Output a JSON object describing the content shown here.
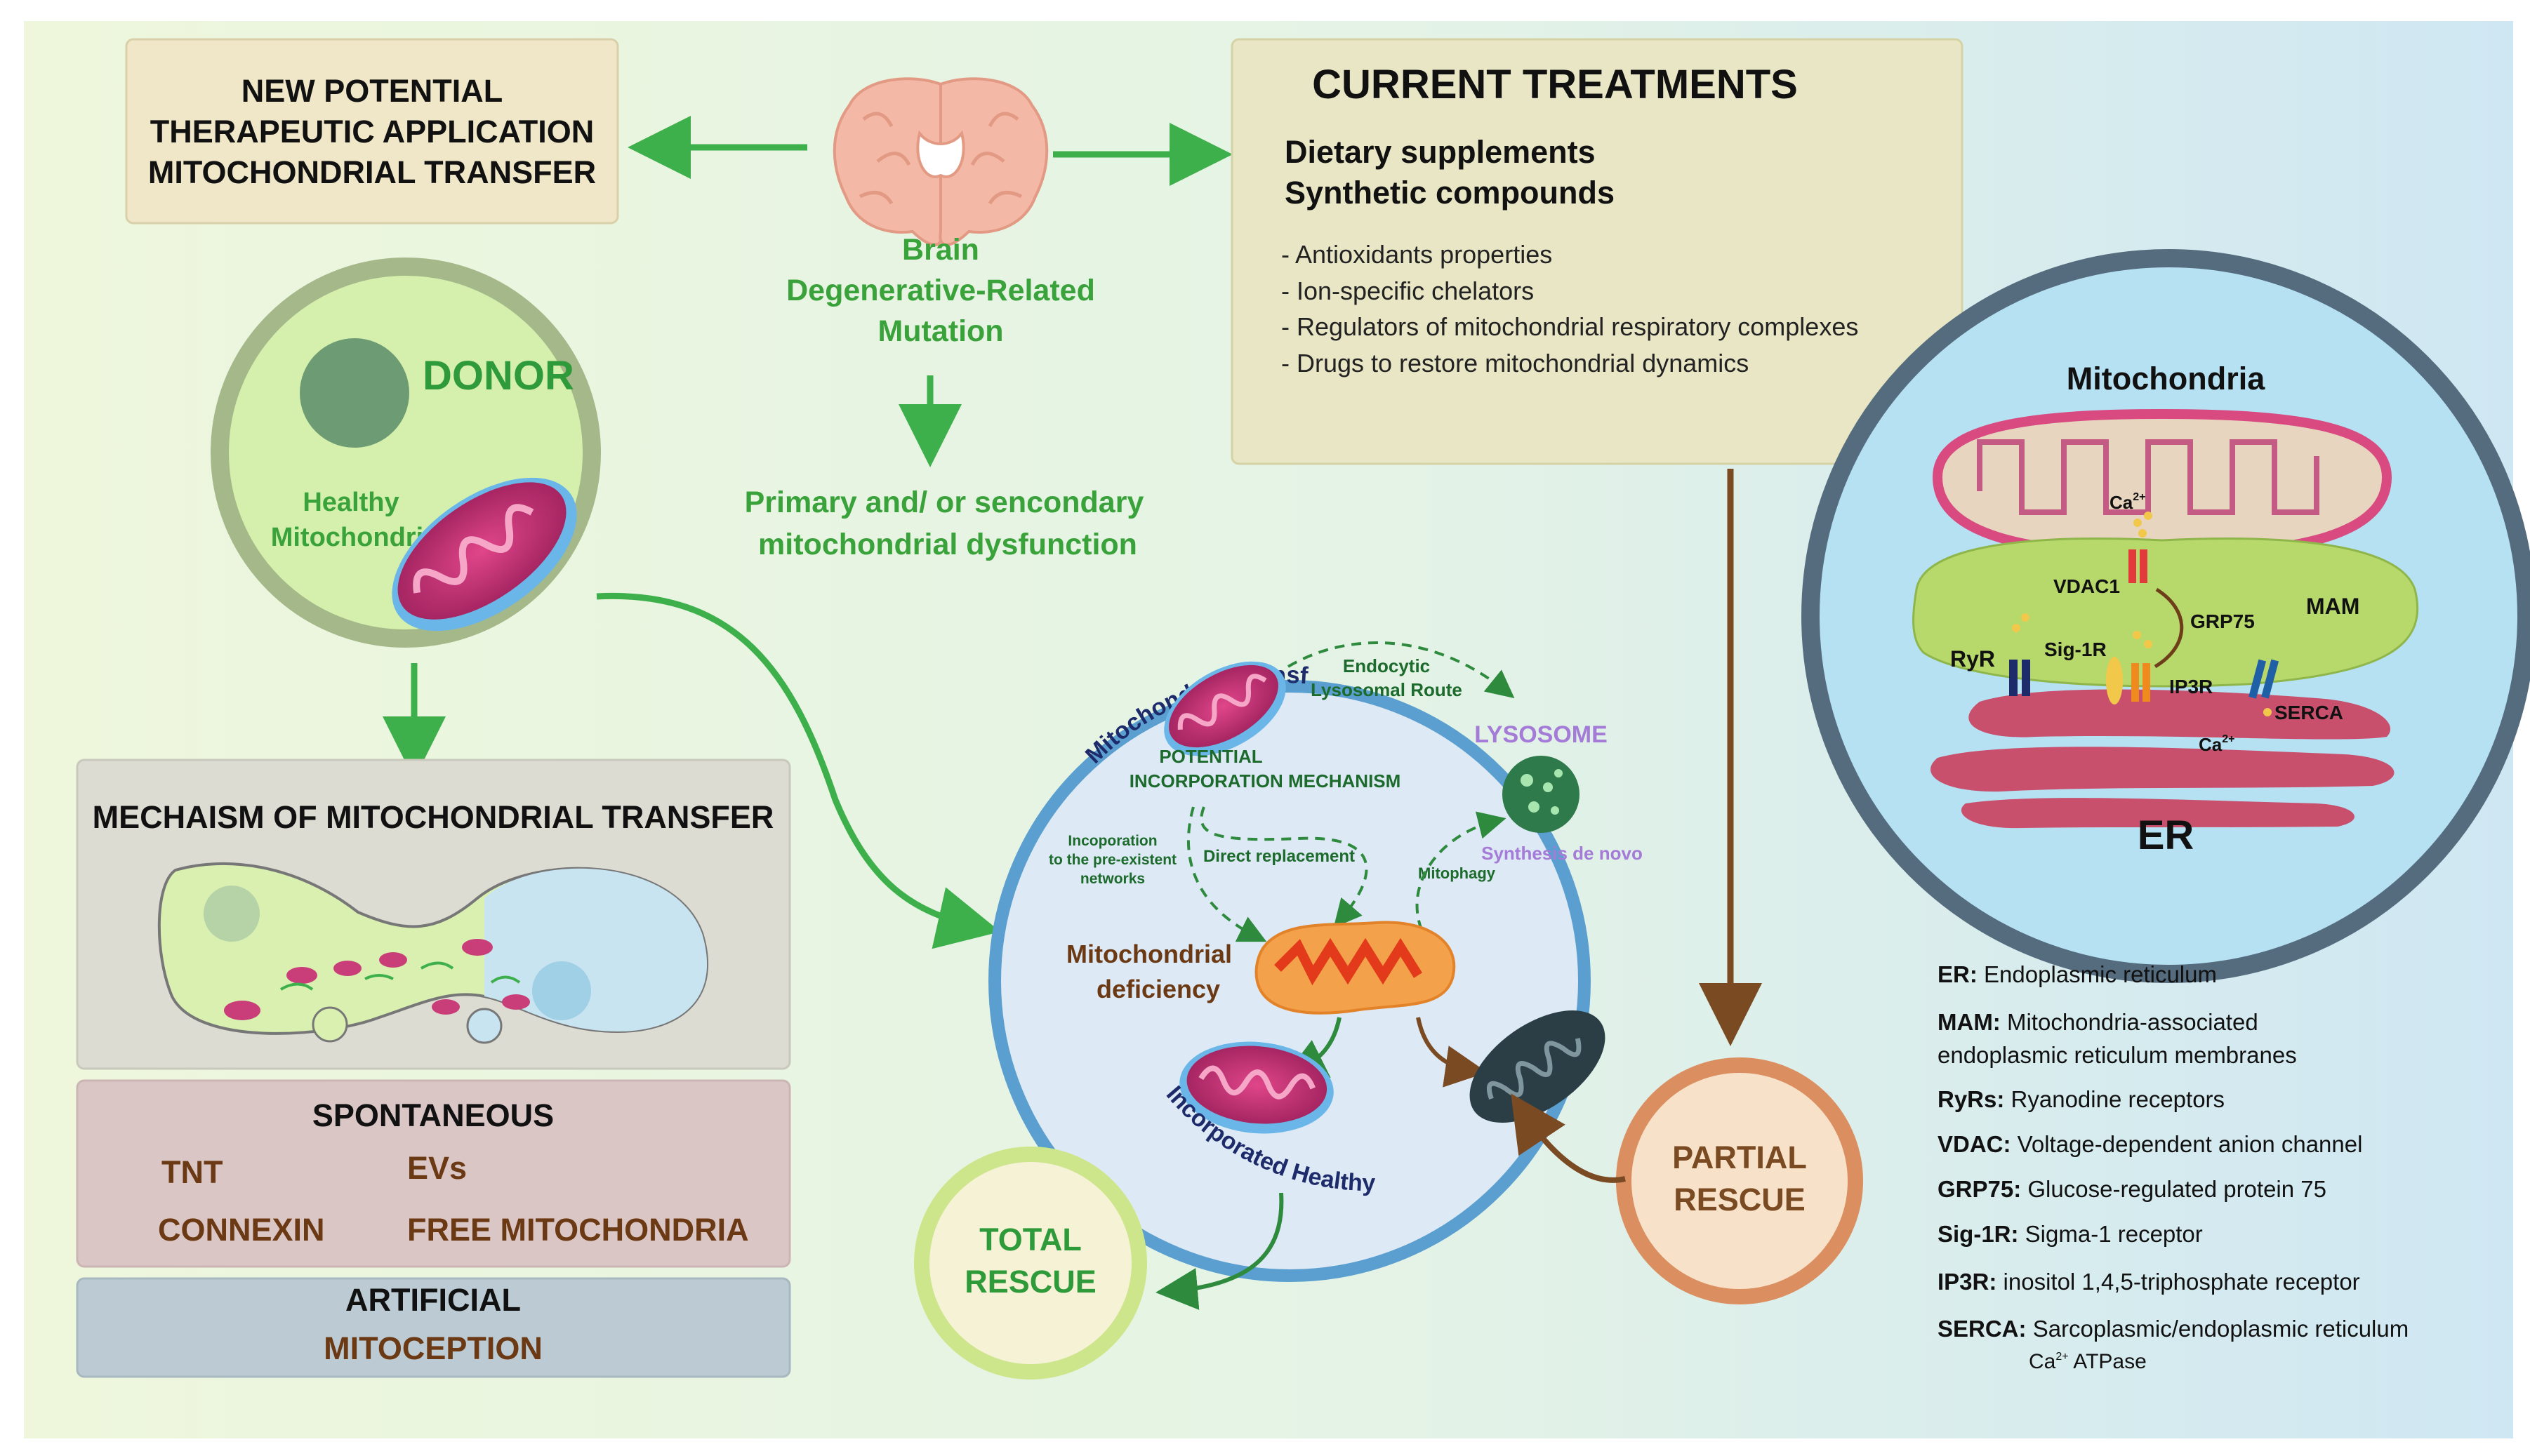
{
  "top_left_box": {
    "line1": "NEW POTENTIAL",
    "line2": "THERAPEUTIC APPLICATION",
    "line3": "MITOCHONDRIAL TRANSFER"
  },
  "brain": {
    "line1": "Brain",
    "line2": "Degenerative-Related",
    "line3": "Mutation"
  },
  "dysfunction": {
    "line1": "Primary and/ or sencondary",
    "line2": "mitochondrial dysfunction"
  },
  "current_treatments": {
    "title": "CURRENT TREATMENTS",
    "sub1": "Dietary supplements",
    "sub2": "Synthetic compounds",
    "items": [
      "- Antioxidants properties",
      "- Ion-specific chelators",
      "- Regulators of mitochondrial respiratory complexes",
      "- Drugs to restore mitochondrial dynamics"
    ]
  },
  "donor": {
    "title": "DONOR",
    "label1": "Healthy",
    "label2": "Mitochondria"
  },
  "mechanism": {
    "title": "MECHAISM OF MITOCHONDRIAL TRANSFER"
  },
  "spontaneous": {
    "title": "SPONTANEOUS",
    "tnt": "TNT",
    "evs": "EVs",
    "connexin": "CONNEXIN",
    "free": "FREE MITOCHONDRIA"
  },
  "artificial": {
    "title": "ARTIFICIAL",
    "item": "MITOCEPTION"
  },
  "central": {
    "mito_transfer": "Mitochondrial Transfer",
    "endocytic1": "Endocytic",
    "endocytic2": "Lysosomal Route",
    "lysosome": "LYSOSOME",
    "potential1": "POTENTIAL",
    "potential2": "INCORPORATION MECHANISM",
    "incorp1": "Incoporation",
    "incorp2": "to the pre-existent",
    "incorp3": "networks",
    "direct": "Direct replacement",
    "synthesis": "Synthesis de novo",
    "mitophagy": "Mitophagy",
    "deficiency1": "Mitochondrial",
    "deficiency2": "deficiency",
    "incorporated": "Incorporated Healthy"
  },
  "total_rescue": {
    "line1": "TOTAL",
    "line2": "RESCUE"
  },
  "partial_rescue": {
    "line1": "PARTIAL",
    "line2": "RESCUE"
  },
  "mam_circle": {
    "mitochondria": "Mitochondria",
    "er": "ER",
    "ca_top": "Ca",
    "ca_bottom": "Ca",
    "ca_sup": "2+",
    "vdac1": "VDAC1",
    "grp75": "GRP75",
    "mam": "MAM",
    "ryr": "RyR",
    "sig1r": "Sig-1R",
    "ip3r": "IP3R",
    "serca": "SERCA"
  },
  "legend": [
    {
      "abbr": "ER:",
      "text": "Endoplasmic reticulum"
    },
    {
      "abbr": "MAM:",
      "text": "Mitochondria-associated",
      "text2": "endoplasmic reticulum membranes"
    },
    {
      "abbr": "RyRs:",
      "text": "Ryanodine receptors"
    },
    {
      "abbr": "VDAC:",
      "text": "Voltage-dependent anion channel"
    },
    {
      "abbr": "GRP75:",
      "text": "Glucose-regulated protein 75"
    },
    {
      "abbr": "Sig-1R:",
      "text": "Sigma-1 receptor"
    },
    {
      "abbr": "IP3R:",
      "text": "inositol 1,4,5-triphosphate receptor"
    },
    {
      "abbr": "SERCA:",
      "text": "Sarcoplasmic/endoplasmic reticulum",
      "text2": "ATPase",
      "ca": "Ca",
      "ca_sup": "2+"
    }
  ],
  "colors": {
    "green_text": "#3aa23a",
    "dark_green": "#1c6b2c",
    "brown": "#6b3a14",
    "arrow_green": "#3db04b",
    "arrow_brown": "#7a4a22",
    "blue_ring": "#5a9fcf"
  }
}
